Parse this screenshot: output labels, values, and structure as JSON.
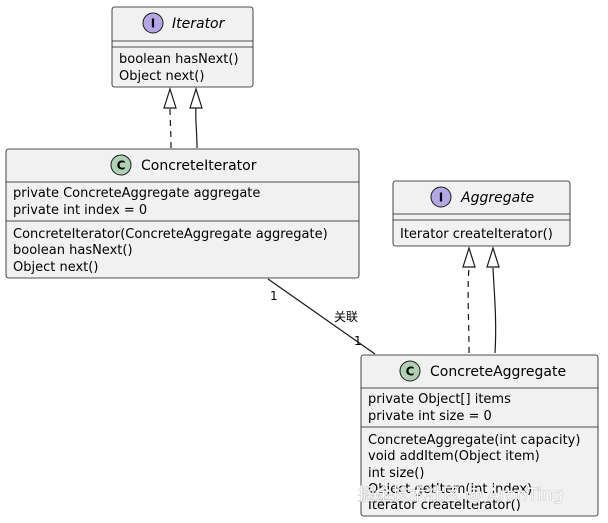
{
  "colors": {
    "box_fill": "#F1F1F1",
    "box_border": "#181818",
    "interface_badge": "#B4A7E5",
    "class_badge": "#ADD1B2",
    "line": "#181818"
  },
  "classes": {
    "iterator": {
      "kind": "interface",
      "badge": "I",
      "name": "Iterator",
      "methods": [
        "boolean hasNext()",
        "Object next()"
      ]
    },
    "concrete_iterator": {
      "kind": "class",
      "badge": "C",
      "name": "ConcreteIterator",
      "fields": [
        "private ConcreteAggregate aggregate",
        "private int index = 0"
      ],
      "methods": [
        "ConcreteIterator(ConcreteAggregate aggregate)",
        "boolean hasNext()",
        "Object next()"
      ]
    },
    "aggregate": {
      "kind": "interface",
      "badge": "I",
      "name": "Aggregate",
      "methods": [
        "Iterator createIterator()"
      ]
    },
    "concrete_aggregate": {
      "kind": "class",
      "badge": "C",
      "name": "ConcreteAggregate",
      "fields": [
        "private Object[] items",
        "private int size = 0"
      ],
      "methods": [
        "ConcreteAggregate(int capacity)",
        "void addItem(Object item)",
        "int size()",
        "Object getItem(int index)",
        "Iterator createIterator()"
      ]
    }
  },
  "association": {
    "label": "关联",
    "source_multiplicity": "1",
    "target_multiplicity": "1"
  },
  "watermark": "掘金技术社区 @ AronTing"
}
